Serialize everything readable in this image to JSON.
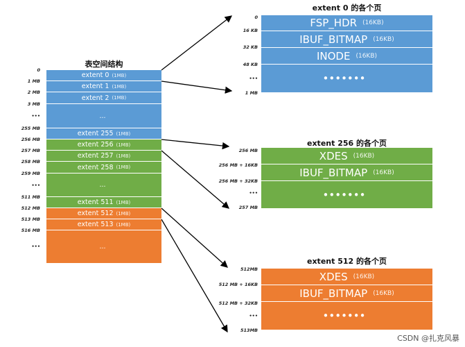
{
  "colors": {
    "blue": "#5b9bd5",
    "green": "#70ad47",
    "orange": "#ed7d31"
  },
  "left": {
    "title": "表空间结构",
    "labels": [
      "0",
      "1 MB",
      "2 MB",
      "3 MB",
      "•••",
      "255 MB",
      "256 MB",
      "257 MB",
      "258 MB",
      "259 MB",
      "•••",
      "511 MB",
      "512 MB",
      "513 MB",
      "516 MB",
      "•••"
    ],
    "rows": [
      {
        "name": "extent 0",
        "size": "(1MB)"
      },
      {
        "name": "extent 1",
        "size": "(1MB)"
      },
      {
        "name": "extent 2",
        "size": "(1MB)"
      },
      {
        "name": "...",
        "size": ""
      },
      {
        "name": "extent 255",
        "size": "(1MB)"
      },
      {
        "name": "extent 256",
        "size": "(1MB)"
      },
      {
        "name": "extent 257",
        "size": "(1MB)"
      },
      {
        "name": "extent 258",
        "size": "(1MB)"
      },
      {
        "name": "...",
        "size": ""
      },
      {
        "name": "extent 511",
        "size": "(1MB)"
      },
      {
        "name": "extent 512",
        "size": "(1MB)"
      },
      {
        "name": "extent 513",
        "size": "(1MB)"
      },
      {
        "name": "...",
        "size": ""
      }
    ]
  },
  "blocks": [
    {
      "title": "extent 0 的各个页",
      "labels": [
        "0",
        "16 KB",
        "32 KB",
        "48 KB",
        "•••",
        "1 MB"
      ],
      "rows": [
        {
          "name": "FSP_HDR",
          "size": "(16KB)"
        },
        {
          "name": "IBUF_BITMAP",
          "size": "(16KB)"
        },
        {
          "name": "INODE",
          "size": "(16KB)"
        },
        {
          "name": "•••••••",
          "size": ""
        }
      ]
    },
    {
      "title": "extent 256 的各个页",
      "labels": [
        "256 MB",
        "256 MB + 16KB",
        "256 MB + 32KB",
        "•••",
        "257 MB"
      ],
      "rows": [
        {
          "name": "XDES",
          "size": "(16KB)"
        },
        {
          "name": "IBUF_BITMAP",
          "size": "(16KB)"
        },
        {
          "name": "•••••••",
          "size": ""
        }
      ]
    },
    {
      "title": "extent 512 的各个页",
      "labels": [
        "512MB",
        "512 MB + 16KB",
        "512 MB + 32KB",
        "•••",
        "513MB"
      ],
      "rows": [
        {
          "name": "XDES",
          "size": "(16KB)"
        },
        {
          "name": "IBUF_BITMAP",
          "size": "(16KB)"
        },
        {
          "name": "•••••••",
          "size": ""
        }
      ]
    }
  ],
  "watermark": "CSDN @扎克风暴"
}
